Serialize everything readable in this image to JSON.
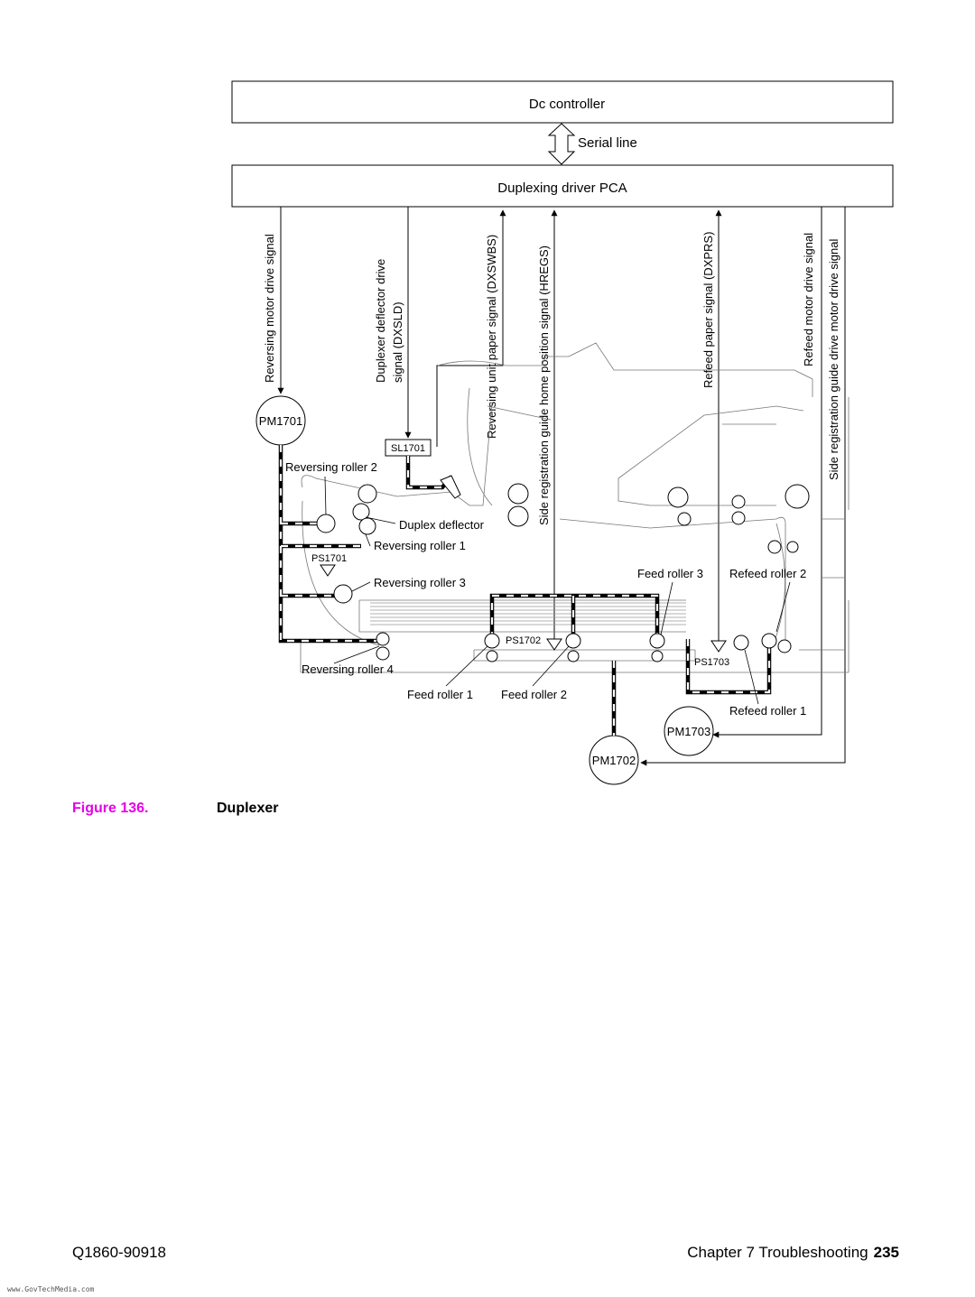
{
  "diagram": {
    "dc_controller": "Dc  controller",
    "serial_line": "Serial line",
    "duplexing_pca": "Duplexing driver PCA",
    "signals": {
      "reversing_motor": "Reversing motor drive signal",
      "deflector_line1": "Duplexer deflector drive",
      "deflector_line2": "signal (DXSLD)",
      "dxswbs": "Reversing unit paper signal  (DXSWBS)",
      "hregs": "Side registration guide home position signal (HREGS)",
      "dxprs": "Refeed paper signal (DXPRS)",
      "refeed_motor": "Refeed motor drive signal",
      "side_reg_motor": "Side registration  guide drive  motor drive signal"
    },
    "components": {
      "pm1701": "PM1701",
      "pm1702": "PM1702",
      "pm1703": "PM1703",
      "sl1701": "SL1701",
      "ps1701": "PS1701",
      "ps1702": "PS1702",
      "ps1703": "PS1703"
    },
    "rollers": {
      "reversing_roller_1": "Reversing roller 1",
      "reversing_roller_2": "Reversing roller 2",
      "reversing_roller_3": "Reversing roller 3",
      "reversing_roller_4": "Reversing roller 4",
      "duplex_deflector": "Duplex deflector",
      "feed_roller_1": "Feed roller 1",
      "feed_roller_2": "Feed roller 2",
      "feed_roller_3": "Feed roller 3",
      "refeed_roller_1": "Refeed roller 1",
      "refeed_roller_2": "Refeed roller 2"
    }
  },
  "caption": {
    "number": "Figure 136.",
    "title": "Duplexer"
  },
  "footer": {
    "doc_number": "Q1860-90918",
    "chapter": "Chapter 7  Troubleshooting",
    "page": "235"
  },
  "watermark": "www.GovTechMedia.com"
}
